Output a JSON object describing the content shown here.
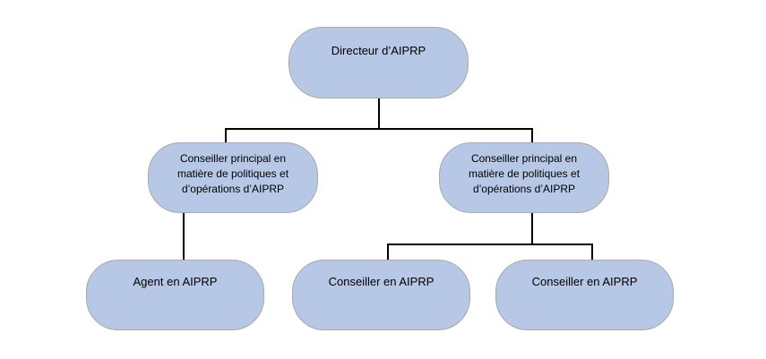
{
  "org_chart": {
    "root": {
      "label": "Directeur d’AIPRP"
    },
    "senior_left": {
      "lines": [
        "Conseiller principal en",
        "matière de politiques et",
        "d’opérations d’AIPRP"
      ]
    },
    "senior_right": {
      "lines": [
        "Conseiller principal en",
        "matière de politiques et",
        "d’opérations d’AIPRP"
      ]
    },
    "leaf_agent": {
      "label": "Agent en AIPRP"
    },
    "leaf_advisor_1": {
      "label": "Conseiller en AIPRP"
    },
    "leaf_advisor_2": {
      "label": "Conseiller en AIPRP"
    }
  },
  "colors": {
    "node_fill": "#b6c8e6",
    "node_border": "#a9a9a9",
    "connector": "#000000"
  }
}
